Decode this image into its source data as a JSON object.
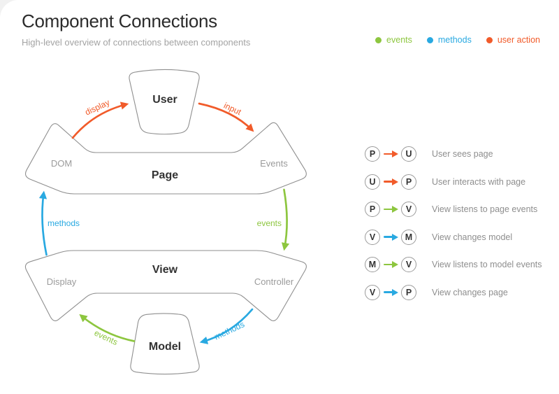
{
  "header": {
    "title": "Component Connections",
    "subtitle": "High-level overview of connections between components"
  },
  "colors": {
    "events": "#8dc63f",
    "methods": "#29a9e1",
    "user-action": "#f15b2a",
    "shape-stroke": "#8f8f8f",
    "node-text": "#333333",
    "muted-text": "#9b9b9b"
  },
  "legend": {
    "items": [
      {
        "label": "events",
        "type": "events"
      },
      {
        "label": "methods",
        "type": "methods"
      },
      {
        "label": "user action",
        "type": "user-action"
      }
    ]
  },
  "diagram": {
    "nodes": {
      "user": "User",
      "page": "Page",
      "view": "View",
      "model": "Model"
    },
    "sub_labels": {
      "dom": "DOM",
      "events": "Events",
      "display": "Display",
      "controller": "Controller"
    },
    "edge_labels": {
      "display": "display",
      "input": "input",
      "page_to_view": "events",
      "view_to_page": "methods",
      "model_to_view": "events",
      "view_to_model": "methods"
    }
  },
  "connections": {
    "rows": [
      {
        "from": "P",
        "to": "U",
        "type": "user-action",
        "label": "User sees page"
      },
      {
        "from": "U",
        "to": "P",
        "type": "user-action",
        "label": "User interacts with page"
      },
      {
        "from": "P",
        "to": "V",
        "type": "events",
        "label": "View listens to page events"
      },
      {
        "from": "V",
        "to": "M",
        "type": "methods",
        "label": "View changes model"
      },
      {
        "from": "M",
        "to": "V",
        "type": "events",
        "label": "View listens to model events"
      },
      {
        "from": "V",
        "to": "P",
        "type": "methods",
        "label": "View changes page"
      }
    ]
  }
}
